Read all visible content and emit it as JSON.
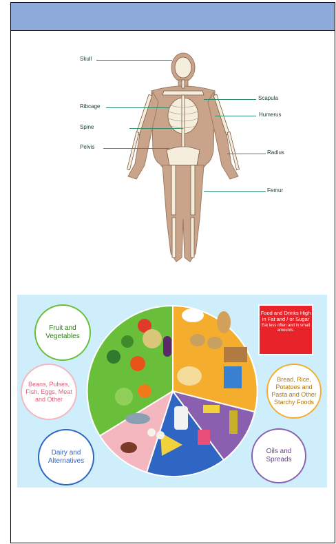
{
  "skeleton": {
    "labels_left": [
      "Skull",
      "Ribcage",
      "Spine",
      "Pelvis"
    ],
    "labels_right": [
      "Scapula",
      "Humerus",
      "Radius",
      "Femur"
    ]
  },
  "eatwell": {
    "fruit_veg": "Fruit and Vegetables",
    "beans": "Beans, Pulses, Fish, Eggs, Meat and Other",
    "dairy": "Dairy and Alternatives",
    "bread": "Bread, Rice, Potatoes and Pasta and Other Starchy Foods",
    "oils": "Oils and Spreads",
    "sugar_title": "Food and Drinks High in Fat and / or Sugar",
    "sugar_sub": "Eat less often and in small amounts."
  },
  "colors": {
    "header": "#8eaadb",
    "green": "#6abf3a",
    "orange": "#f5ad2e",
    "purple": "#8a5fb0",
    "blue": "#2f66c4",
    "pink": "#f4b6bf",
    "red": "#e8232a"
  }
}
